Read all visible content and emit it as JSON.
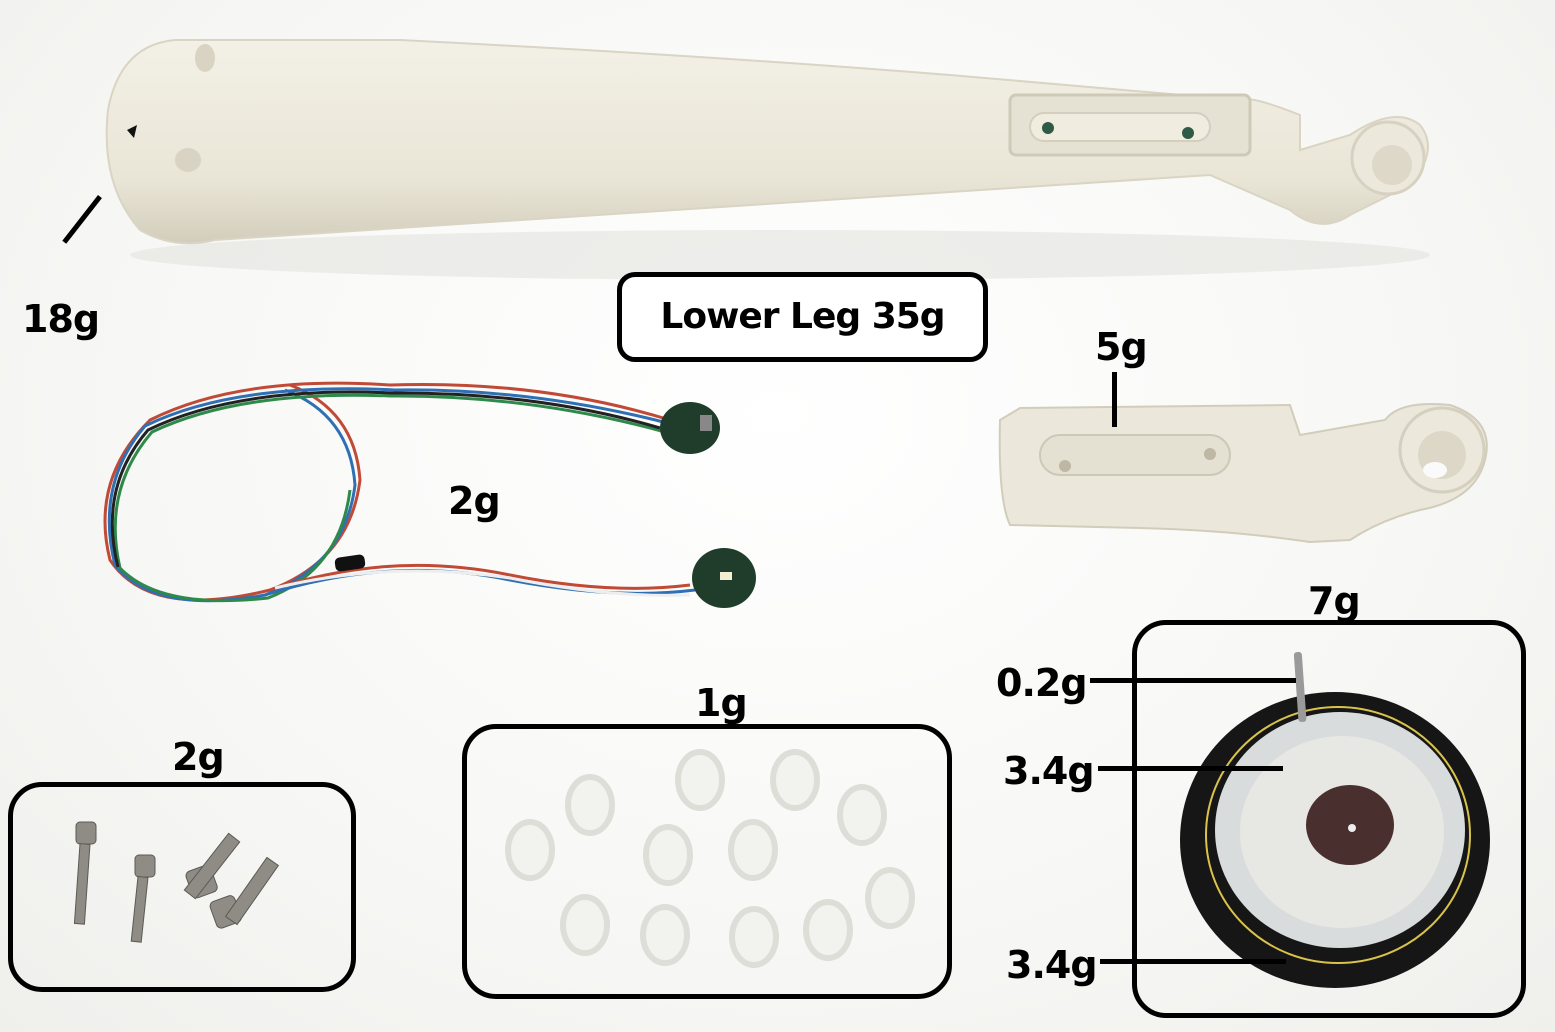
{
  "title_box": {
    "text": "Lower Leg 35g"
  },
  "labels": {
    "lower_leg_body": "18g",
    "cable_assembly": "2g",
    "foot_bracket": "5g",
    "screws": "2g",
    "washers": "1g",
    "wheel_assembly_total": "7g",
    "pin": "0.2g",
    "inner_hub": "3.4g",
    "outer_tire": "3.4g"
  },
  "colors": {
    "background": "#f7f7f5",
    "plastic_part": "#ede9dc",
    "plastic_shadow": "#d6d1c1",
    "pcb_green": "#1f3d2a",
    "label_text": "#000000",
    "tire_black": "#161616",
    "hub_gray": "#d9dcdc",
    "brake_pad": "#4a2f2f"
  }
}
